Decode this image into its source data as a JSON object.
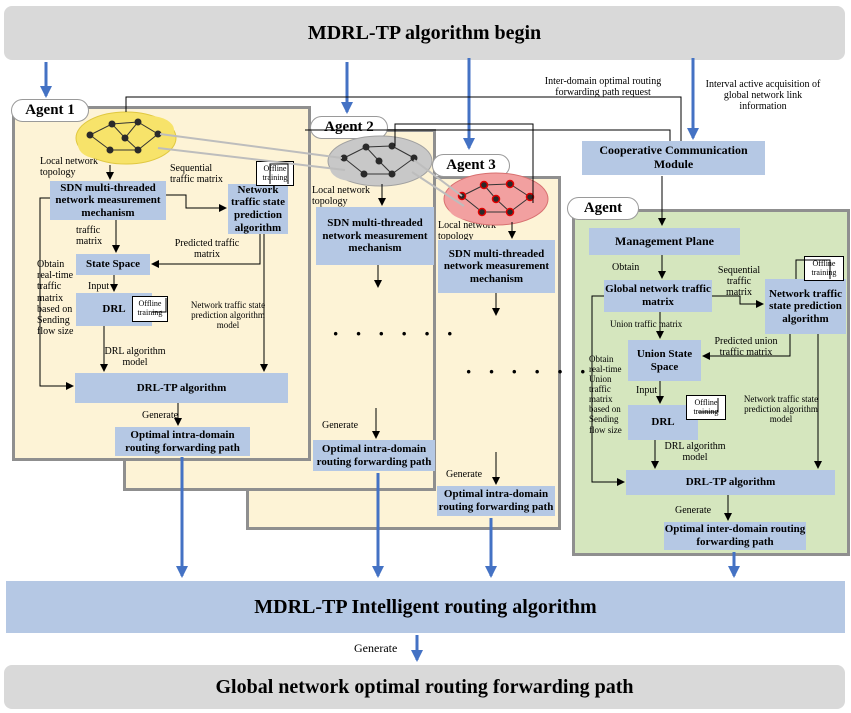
{
  "banners": {
    "top": "MDRL-TP algorithm begin",
    "middle": "MDRL-TP Intelligent routing algorithm",
    "bottom": "Global network optimal routing forwarding path"
  },
  "agents": {
    "agent1": {
      "tag": "Agent 1",
      "local_topology": "Local network topology",
      "sdn": "SDN multi-threaded network measurement mechanism",
      "prediction": "Network traffic state prediction algorithm",
      "offline": "Offline training",
      "sequential": "Sequential traffic matrix",
      "traffic_matrix": "traffic matrix",
      "state_space": "State Space",
      "predicted": "Predicted traffic matrix",
      "obtain": "Obtain real-time traffic matrix based on Sending flow size",
      "input": "Input",
      "drl": "DRL",
      "drl_offline": "Offline training",
      "prediction_model": "Network traffic state prediction algorithm model",
      "drl_model": "DRL algorithm model",
      "drltp": "DRL-TP algorithm",
      "generate": "Generate",
      "output": "Optimal intra-domain routing forwarding path"
    },
    "agent2": {
      "tag": "Agent 2",
      "local_topology": "Local network topology",
      "sdn": "SDN multi-threaded network measurement mechanism",
      "dots": "· · · · · ·",
      "generate": "Generate",
      "output": "Optimal intra-domain routing forwarding path"
    },
    "agent3": {
      "tag": "Agent 3",
      "local_topology": "Local network topology",
      "sdn": "SDN multi-threaded network measurement mechanism",
      "dots": "· · · · · ·",
      "generate": "Generate",
      "output": "Optimal intra-domain routing forwarding path"
    },
    "agent": {
      "tag": "Agent",
      "management": "Management Plane",
      "obtain": "Obtain",
      "global_matrix": "Global network traffic matrix",
      "sequential": "Sequential traffic matrix",
      "prediction": "Network traffic state prediction algorithm",
      "offline": "Offline training",
      "union_matrix": "Union traffic matrix",
      "predicted_union": "Predicted union traffic matrix",
      "union_state": "Union State Space",
      "obtain_realtime": "Obtain real-time Union traffic matrix based on Sending flow size",
      "input": "Input",
      "drl": "DRL",
      "drl_offline": "Offline training",
      "prediction_model": "Network traffic state prediction algorithm model",
      "drl_model": "DRL algorithm model",
      "drltp": "DRL-TP algorithm",
      "generate": "Generate",
      "output": "Optimal inter-domain routing forwarding path"
    }
  },
  "coop": {
    "module": "Cooperative Communication Module",
    "request": "Inter-domain optimal routing forwarding path request",
    "acquisition": "Interval active acquisition of global network link information"
  },
  "bottom_generate": "Generate",
  "colors": {
    "banner": "#d9d9d9",
    "panel_yellow": "#fdf3d6",
    "panel_green": "#d5e6be",
    "box_blue": "#b5c8e4",
    "arrow_blue": "#4472c4",
    "cloud_yellow": "#f7e36a",
    "cloud_gray": "#c8c8c8",
    "cloud_red": "#f2a0a0"
  }
}
